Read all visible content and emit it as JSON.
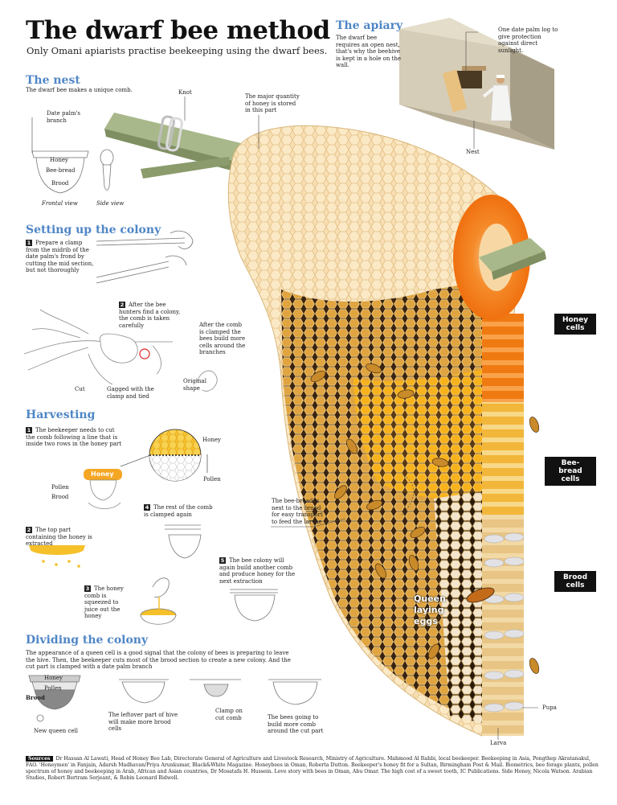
{
  "header": {
    "title": "The dwarf bee method",
    "subtitle": "Only Omani apiarists practise beekeeping using the dwarf bees."
  },
  "apiary": {
    "heading": "The apiary",
    "text": "The dwarf bee requires an open nest, that's why the beehive is kept in a hole on the wall.",
    "log_note": "One date palm log to give protection against direct sunlight.",
    "nest_label": "Nest"
  },
  "nest": {
    "heading": "The nest",
    "intro": "The dwarf bee makes a unique comb.",
    "knot": "Knot",
    "honey_note": "The major quantity of honey is stored in this part",
    "branch": "Date palm's branch",
    "honey": "Honey",
    "bee_bread": "Bee-bread",
    "brood": "Brood",
    "frontal": "Frontal view",
    "side": "Side view"
  },
  "colony": {
    "heading": "Setting up the colony",
    "step1_num": "1",
    "step1": "Prepare a clamp from the midrib of the date palm's frond by cutting the mid section, but not thoroughly",
    "step2_num": "2",
    "step2": "After the bee hunters find a colony, the comb is taken carefully",
    "clamped": "After the comb is clamped the bees build more cells around the branches",
    "original": "Original shape",
    "cut": "Cut",
    "gagged": "Gagged with the clamp and tied"
  },
  "harvest": {
    "heading": "Harvesting",
    "step1_num": "1",
    "step1": "The beekeeper needs to cut the comb following a line that is inside two rows in the honey part",
    "honey_label": "Honey",
    "honey_tag": "Honey",
    "pollen_label": "Pollen",
    "pollen": "Pollen",
    "brood": "Brood",
    "step4_num": "4",
    "step4": "The rest of the comb is clamped again",
    "step2_num": "2",
    "step2": "The top part containing the honey is extracted",
    "step5_num": "5",
    "step5": "The bee colony will again build another comb and produce honey for the next extraction",
    "step3_num": "3",
    "step3": "The honey comb is squeezed to juice out the honey"
  },
  "comb": {
    "bee_bread_note": "The bee-bread is next to the brood for easy transport to feed the larvae",
    "queen": "Queen laying eggs",
    "honey_cells": "Honey cells",
    "bee_bread_cells": "Bee- bread cells",
    "brood_cells": "Brood cells",
    "pupa": "Pupa",
    "larva": "Larva"
  },
  "dividing": {
    "heading": "Dividing the colony",
    "text": "The appearance of a queen cell is a good signal that the colony of bees is preparing to leave the hive. Then, the beekeeper cuts most of the brood section to create a new colony. And the cut part is clamped with a date palm branch",
    "honey": "Honey",
    "pollen": "Pollen",
    "brood": "Brood",
    "new_queen": "New queen cell",
    "leftover": "The leftover part of hive will make more brood cells",
    "clamp": "Clamp on cut comb",
    "build": "The bees going to build more comb around the cut part"
  },
  "sources": {
    "label": "Sources",
    "text": "Dr Hassan Al Lawati, Head of Honey Bee Lab, Directorate General of Agriculture and Livestock Research, Ministry of Agriculture. Mahmood Al Rahbi, local beekeeper. Beekeeping in Asia, Pongthep Akratanakul, FAO. 'Honeymen' in Fanjain, Adarsh Madhavan/Priya Arunkumar, Black&White Magazine. Honeybees in Oman, Roberta Dutton. Beekeeper's honey fit for a Sultan, Birmingham Post & Mail. Biometrics, bee forage plants, pollen spectrum of honey and beekeeping in Arab, African and Asian countries, Dr Mosatafa H. Hussein. Love story with bees in Oman, Abu Omar. The high cost of a sweet tooth, IC Publications. Side Honey, Nicola Watson. Arabian Studies, Robert Bertram Serjeant, & Robin Leonard Bidwell."
  },
  "colors": {
    "accent_blue": "#4f86c6",
    "comb_light": "#f6dcae",
    "honey_orange": "#f2790f",
    "brood_tan": "#d9b77a",
    "tag_black": "#111111"
  }
}
